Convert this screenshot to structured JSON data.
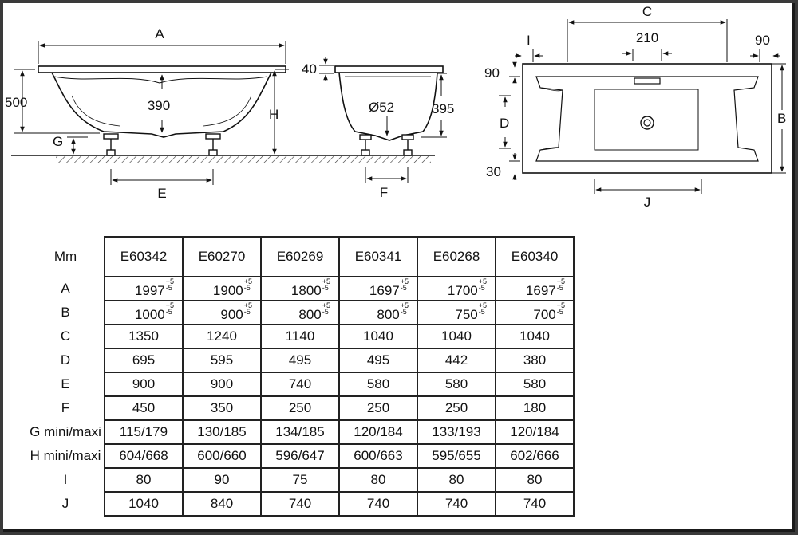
{
  "drawing": {
    "side_view": {
      "length_label": "A",
      "height_500": "500",
      "depth_390": "390",
      "h_label": "H",
      "g_label": "G",
      "e_label": "E"
    },
    "end_view": {
      "rim_40": "40",
      "drain_dia": "Ø52",
      "height_395": "395",
      "f_label": "F"
    },
    "top_view": {
      "c_label": "C",
      "dim_210": "210",
      "i_label": "I",
      "dim_90_right": "90",
      "dim_90_left": "90",
      "d_label": "D",
      "dim_30": "30",
      "b_label": "B",
      "j_label": "J"
    }
  },
  "table": {
    "corner_label": "Mm",
    "models": [
      "E60342",
      "E60270",
      "E60269",
      "E60341",
      "E60268",
      "E60340"
    ],
    "tolerance": {
      "plus": "+5",
      "minus": "-5"
    },
    "rows": [
      {
        "label": "A",
        "values": [
          "1997",
          "1900",
          "1800",
          "1697",
          "1700",
          "1697"
        ],
        "tol": true
      },
      {
        "label": "B",
        "values": [
          "1000",
          "900",
          "800",
          "800",
          "750",
          "700"
        ],
        "tol": true
      },
      {
        "label": "C",
        "values": [
          "1350",
          "1240",
          "1140",
          "1040",
          "1040",
          "1040"
        ],
        "tol": false
      },
      {
        "label": "D",
        "values": [
          "695",
          "595",
          "495",
          "495",
          "442",
          "380"
        ],
        "tol": false
      },
      {
        "label": "E",
        "values": [
          "900",
          "900",
          "740",
          "580",
          "580",
          "580"
        ],
        "tol": false
      },
      {
        "label": "F",
        "values": [
          "450",
          "350",
          "250",
          "250",
          "250",
          "180"
        ],
        "tol": false
      },
      {
        "label": "G mini/maxi",
        "values": [
          "115/179",
          "130/185",
          "134/185",
          "120/184",
          "133/193",
          "120/184"
        ],
        "tol": false
      },
      {
        "label": "H mini/maxi",
        "values": [
          "604/668",
          "600/660",
          "596/647",
          "600/663",
          "595/655",
          "602/666"
        ],
        "tol": false
      },
      {
        "label": "I",
        "values": [
          "80",
          "90",
          "75",
          "80",
          "80",
          "80"
        ],
        "tol": false
      },
      {
        "label": "J",
        "values": [
          "1040",
          "840",
          "740",
          "740",
          "740",
          "740"
        ],
        "tol": false
      }
    ]
  }
}
